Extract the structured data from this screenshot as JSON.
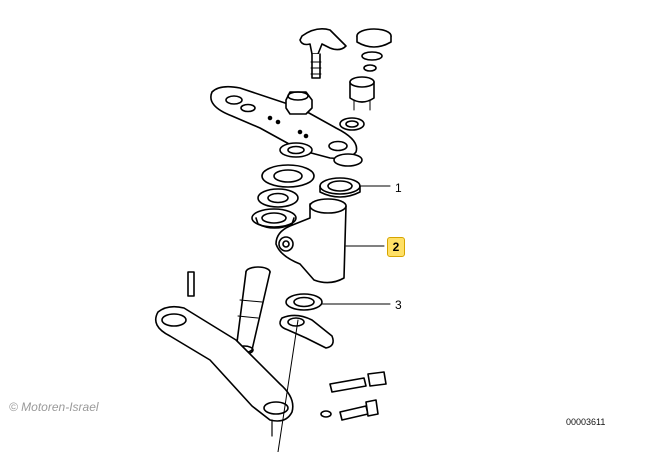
{
  "callouts": {
    "part_1": "1",
    "part_2": "2",
    "part_3": "3"
  },
  "watermark": "© Motoren-Israel",
  "diagram_id": "00003611",
  "colors": {
    "highlight_fill": "#ffe066",
    "highlight_border": "#d6a400",
    "line": "#000000"
  }
}
